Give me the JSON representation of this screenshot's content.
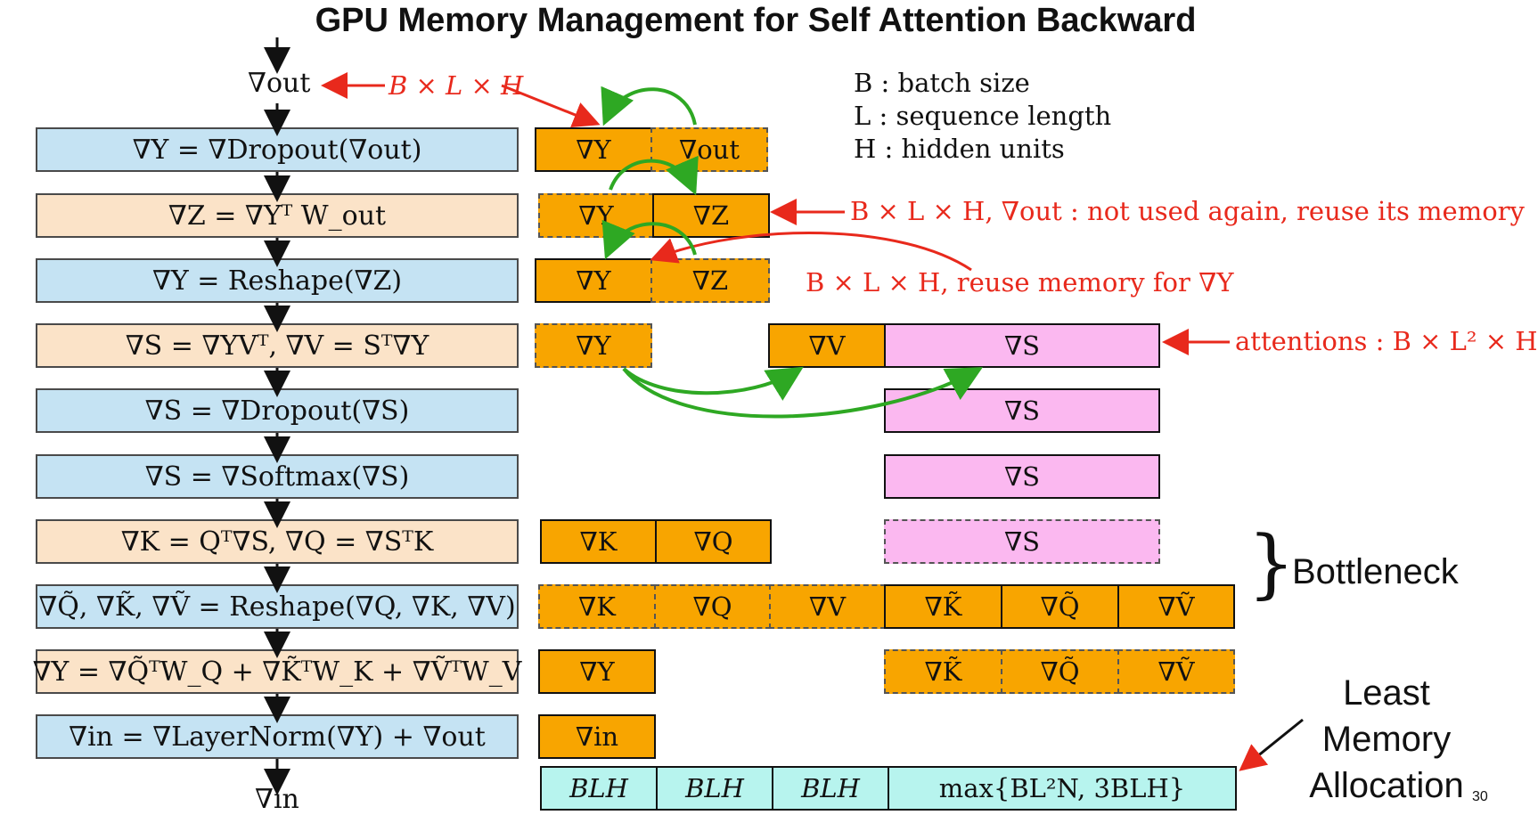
{
  "title": "GPU Memory Management for Self Attention Backward",
  "input_label": "∇out",
  "output_label": "∇in",
  "legend": [
    "B : batch size",
    "L : sequence length",
    "H : hidden units"
  ],
  "annotations": {
    "dims_input": "B × L × H",
    "reuse_out": "B × L × H, ∇out : not used again, reuse its memory",
    "reuse_y": "B × L × H, reuse memory for ∇Y",
    "attentions": "attentions : B × L² × H",
    "bottleneck": "Bottleneck",
    "least_memory": [
      "Least",
      "Memory",
      "Allocation"
    ]
  },
  "page_number": "30",
  "steps": [
    {
      "text": "∇Y = ∇Dropout(∇out)",
      "kind": "elementwise"
    },
    {
      "text": "∇Z = ∇Yᵀ W_out",
      "kind": "matmul"
    },
    {
      "text": "∇Y = Reshape(∇Z)",
      "kind": "elementwise"
    },
    {
      "text": "∇S = ∇YVᵀ, ∇V = Sᵀ∇Y",
      "kind": "matmul"
    },
    {
      "text": "∇S = ∇Dropout(∇S)",
      "kind": "elementwise"
    },
    {
      "text": "∇S = ∇Softmax(∇S)",
      "kind": "elementwise"
    },
    {
      "text": "∇K = Qᵀ∇S, ∇Q = ∇SᵀK",
      "kind": "matmul"
    },
    {
      "text": "∇Q̃, ∇K̃, ∇Ṽ = Reshape(∇Q, ∇K, ∇V)",
      "kind": "elementwise"
    },
    {
      "text": "∇Y = ∇Q̃ᵀW_Q + ∇K̃ᵀW_K + ∇ṼᵀW_V",
      "kind": "matmul"
    },
    {
      "text": "∇in = ∇LayerNorm(∇Y) + ∇out",
      "kind": "elementwise"
    }
  ],
  "memory": {
    "row1": [
      "∇Y",
      "∇out"
    ],
    "row2": [
      "∇Y",
      "∇Z"
    ],
    "row3": [
      "∇Y",
      "∇Z"
    ],
    "row4": [
      "∇Y",
      "∇V",
      "∇S"
    ],
    "row5": [
      "∇S"
    ],
    "row6": [
      "∇S"
    ],
    "row7": [
      "∇K",
      "∇Q",
      "∇S"
    ],
    "row8": [
      "∇K",
      "∇Q",
      "∇V",
      "∇K̃",
      "∇Q̃",
      "∇Ṽ"
    ],
    "row9": [
      "∇Y",
      "∇K̃",
      "∇Q̃",
      "∇Ṽ"
    ],
    "row10": [
      "∇in"
    ],
    "allocation": [
      "BLH",
      "BLH",
      "BLH",
      "max{BL²N, 3BLH}"
    ]
  },
  "colors": {
    "elementwise": "#c5e3f3",
    "matmul": "#fbe3c8",
    "tensor": "#f8a500",
    "attention": "#fbb8f0",
    "allocation": "#b7f4ee",
    "arrow_red": "#e8291c",
    "arrow_green": "#2ea823"
  }
}
